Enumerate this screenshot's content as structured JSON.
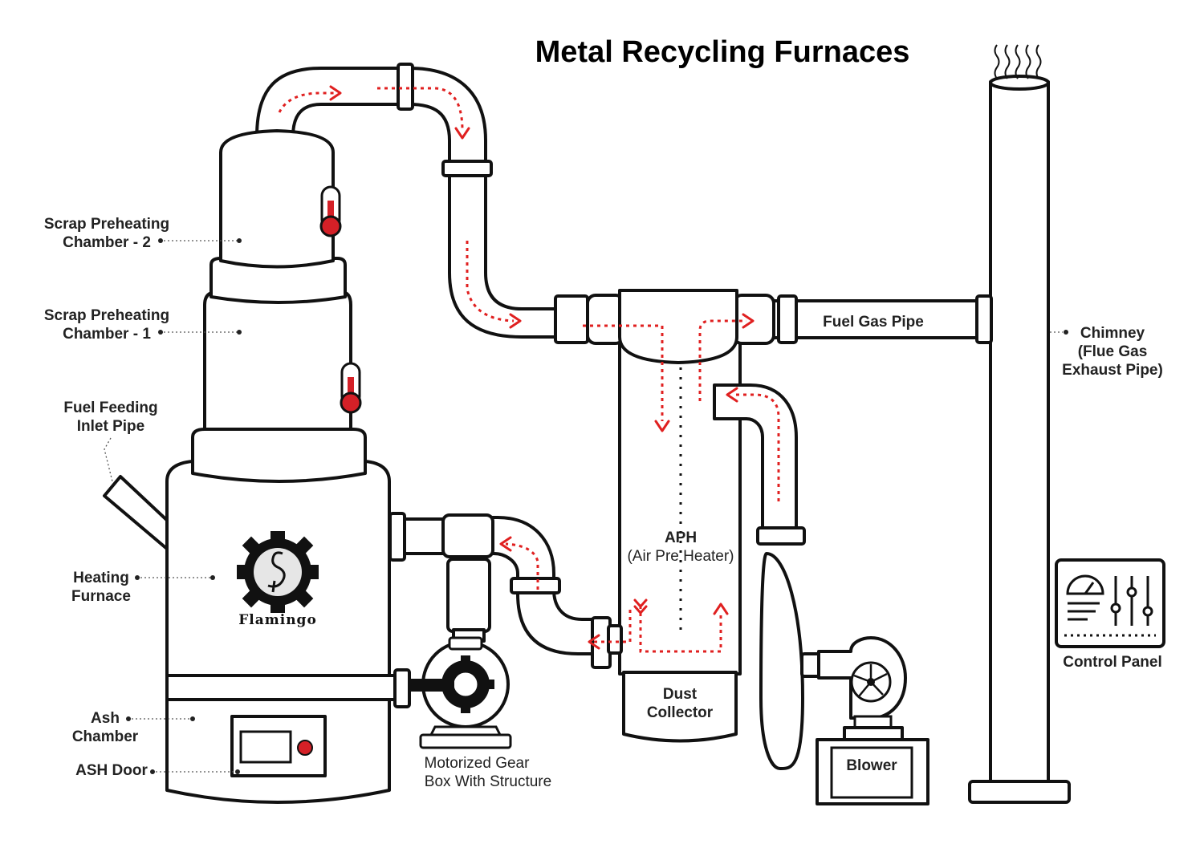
{
  "title": "Metal Recycling Furnaces",
  "brand": "Flamingo",
  "colors": {
    "flow": "#e02020",
    "outline": "#111111",
    "thermometer": "#d42027",
    "background": "#ffffff"
  },
  "labels": {
    "scrap_chamber_2": [
      "Scrap Preheating",
      "Chamber - 2"
    ],
    "scrap_chamber_1": [
      "Scrap Preheating",
      "Chamber - 1"
    ],
    "fuel_inlet": [
      "Fuel Feeding",
      "Inlet Pipe"
    ],
    "heating_furnace": [
      "Heating",
      "Furnace"
    ],
    "ash_chamber": [
      "Ash",
      "Chamber"
    ],
    "ash_door": "ASH Door",
    "gear_box": [
      "Motorized Gear",
      "Box With Structure"
    ],
    "aph": [
      "APH",
      "(Air Pre Heater)"
    ],
    "dust_collector": [
      "Dust",
      "Collector"
    ],
    "blower": "Blower",
    "fuel_gas_pipe": "Fuel Gas Pipe",
    "chimney": [
      "Chimney",
      "(Flue Gas",
      "Exhaust Pipe)"
    ],
    "control_panel": "Control Panel"
  },
  "icons": [
    "thermometer-icon",
    "gear-logo-icon",
    "flamingo-icon",
    "gauge-icon",
    "slider-icon",
    "fan-icon",
    "smoke-icon"
  ]
}
